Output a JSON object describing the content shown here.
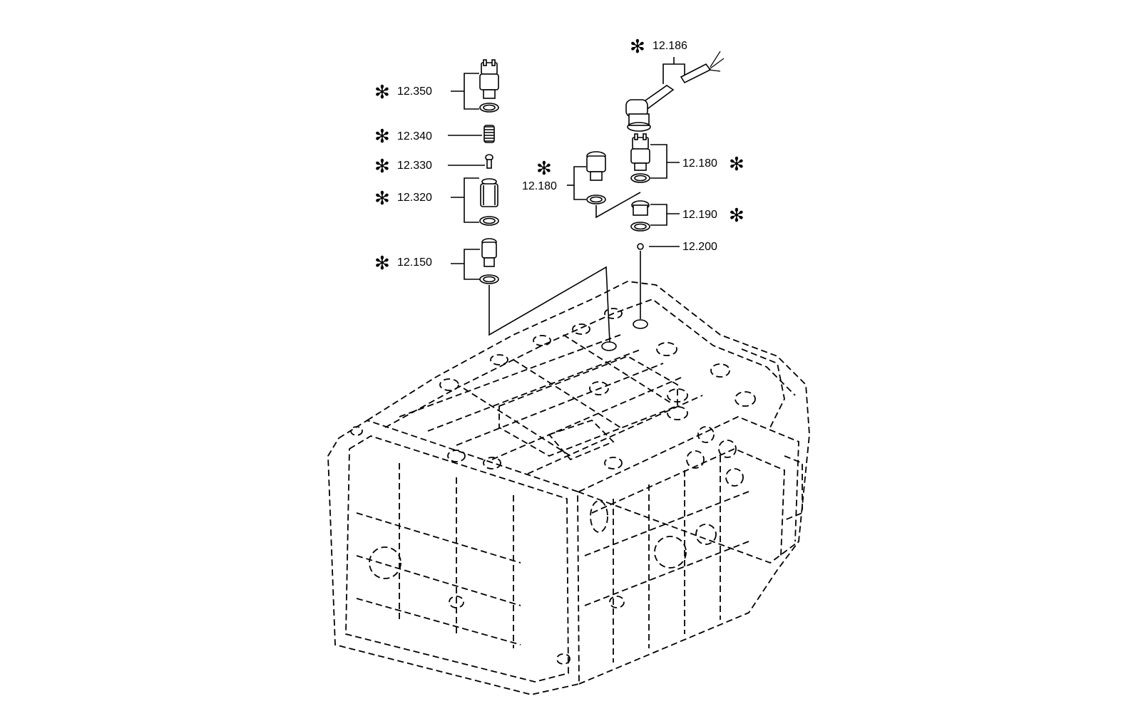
{
  "callouts": {
    "c12186": {
      "number": "12.186",
      "mark": "✻"
    },
    "c12350": {
      "number": "12.350",
      "mark": "✻"
    },
    "c12340": {
      "number": "12.340",
      "mark": "✻"
    },
    "c12330": {
      "number": "12.330",
      "mark": "✻"
    },
    "c12320": {
      "number": "12.320",
      "mark": "✻"
    },
    "c12150": {
      "number": "12.150",
      "mark": "✻"
    },
    "c12180_left": {
      "number": "12.180",
      "mark": "✻"
    },
    "c12180_right": {
      "number": "12.180",
      "mark": "✻"
    },
    "c12190": {
      "number": "12.190",
      "mark": "✻"
    },
    "c12200": {
      "number": "12.200"
    }
  },
  "colors": {
    "ink": "#000000",
    "background": "#ffffff"
  }
}
